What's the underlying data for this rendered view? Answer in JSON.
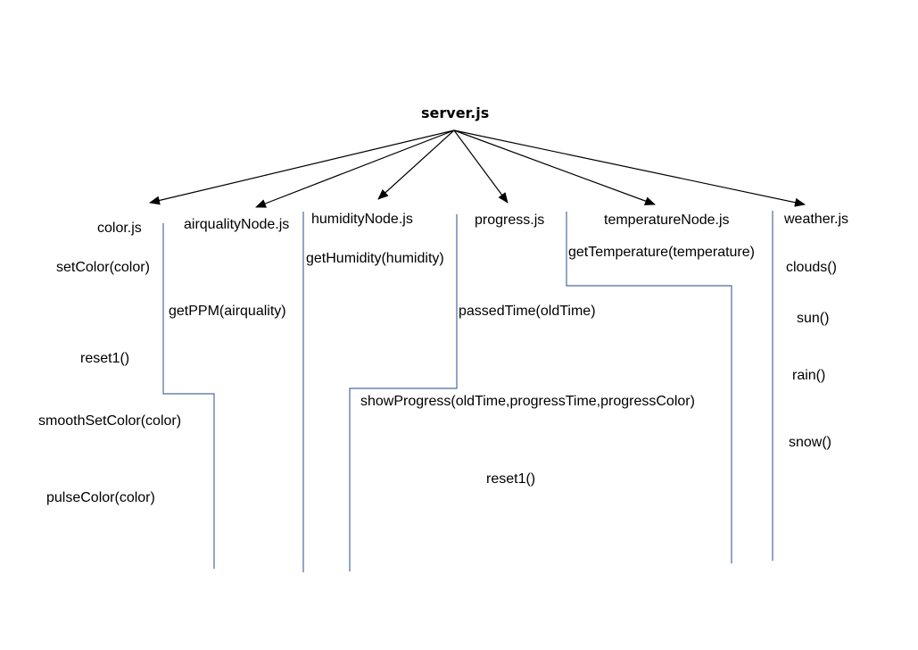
{
  "diagram": {
    "root": "server.js",
    "modules": {
      "color": {
        "name": "color.js",
        "functions": [
          "setColor(color)",
          "reset1()",
          "smoothSetColor(color)",
          "pulseColor(color)"
        ]
      },
      "airquality": {
        "name": "airqualityNode.js",
        "functions": [
          "getPPM(airquality)"
        ]
      },
      "humidity": {
        "name": "humidityNode.js",
        "functions": [
          "getHumidity(humidity)"
        ]
      },
      "progress": {
        "name": "progress.js",
        "functions": [
          "passedTime(oldTime)",
          "showProgress(oldTime,progressTime,progressColor)",
          "reset1()"
        ]
      },
      "temperature": {
        "name": "temperatureNode.js",
        "functions": [
          "getTemperature(temperature)"
        ]
      },
      "weather": {
        "name": "weather.js",
        "functions": [
          "clouds()",
          "sun()",
          "rain()",
          "snow()"
        ]
      }
    },
    "colors": {
      "arrow": "#000000",
      "divider": "#4a6b9e"
    }
  }
}
